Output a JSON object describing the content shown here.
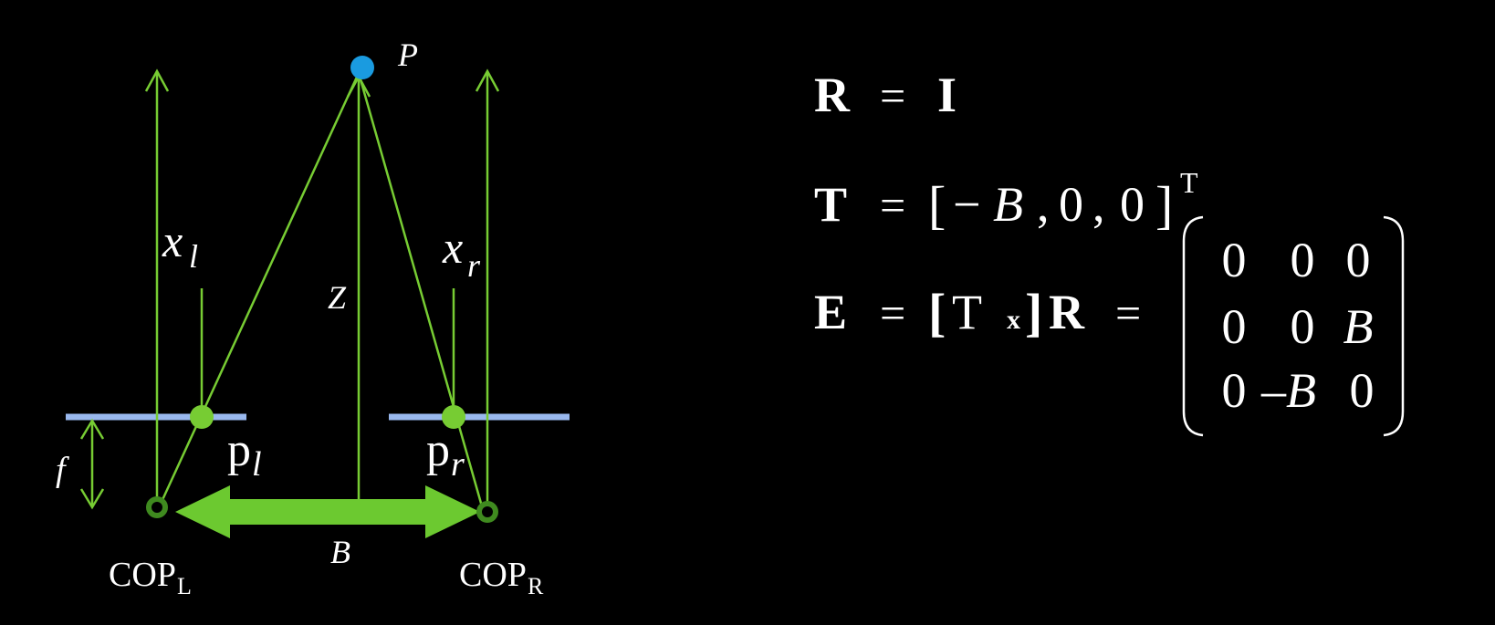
{
  "colors": {
    "background": "#000000",
    "ray": "#77cc33",
    "image_plane": "#99b8ee",
    "point_P": "#1a9be0",
    "cop_ring": "#3f8a1f",
    "baseline_arrow": "#6cc930",
    "text": "#ffffff"
  },
  "diagram": {
    "point_label": "P",
    "depth_label": "Z",
    "focal_label": "f",
    "baseline_label": "B",
    "left": {
      "x_coord": "x",
      "x_sub": "l",
      "p_main": "p",
      "p_sub": "l",
      "cop_main": "COP",
      "cop_sub": "L"
    },
    "right": {
      "x_coord": "x",
      "x_sub": "r",
      "p_main": "p",
      "p_sub": "r",
      "cop_main": "COP",
      "cop_sub": "R"
    }
  },
  "equations": {
    "rotation": {
      "lhs": "R",
      "eq": "=",
      "rhs": "I"
    },
    "translation": {
      "lhs": "T",
      "eq": "=",
      "open": "[",
      "minus": "−",
      "B": "B",
      "c1": ",",
      "z1": "0",
      "c2": ",",
      "z2": "0",
      "close": "]",
      "transpose": "T"
    },
    "essential": {
      "lhs": "E",
      "eq": "=",
      "open": "[",
      "T": "T",
      "x": "x",
      "close": "]",
      "R": "R",
      "eq2": "="
    },
    "matrix": {
      "rows": [
        [
          "0",
          "0",
          "0"
        ],
        [
          "0",
          "0",
          "B"
        ],
        [
          "0",
          "–B",
          "0"
        ]
      ]
    }
  }
}
